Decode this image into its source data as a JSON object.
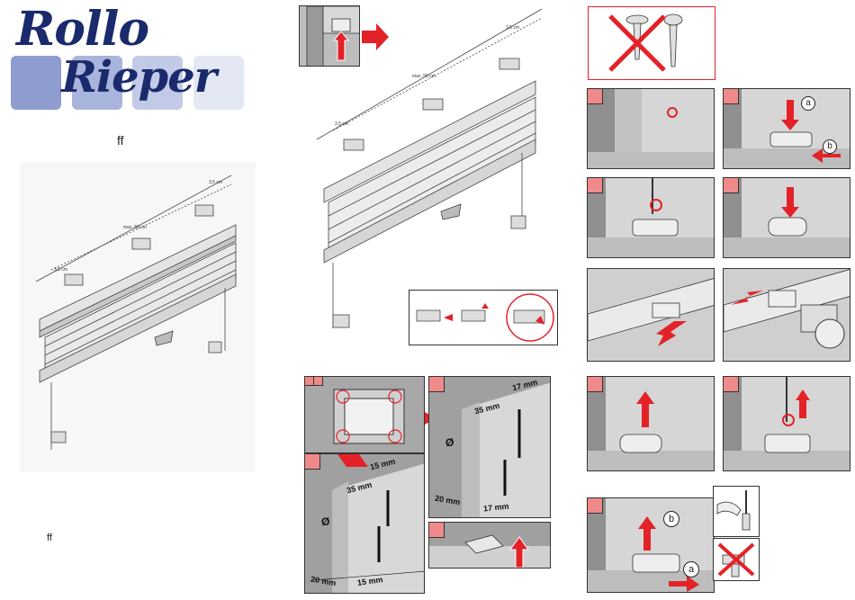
{
  "brand": {
    "line1": "Rollo",
    "line2": "Rieper",
    "colors": {
      "dark": "#1a2a6c",
      "block1": "#8e9ccf",
      "block2": "#a9b4dc",
      "block3": "#c3cae8",
      "block4": "#e4e8f5"
    }
  },
  "texts": {
    "ff_top": "ff",
    "ff_bottom": "ff"
  },
  "install_dims": {
    "left": {
      "edge_left": "3,5 cm",
      "center": "max. 50 cm",
      "edge_right": "3,5 cm"
    },
    "top": {
      "edge_left": "3,5 cm",
      "center": "max. 50 cm",
      "edge_right": "3,5 cm"
    }
  },
  "drill_dims": {
    "a": {
      "top": "15 mm",
      "left": "35 mm",
      "bottom_left": "20 mm",
      "bottom_right": "15 mm",
      "diameter": "Ø"
    },
    "b": {
      "top": "17 mm",
      "left": "35 mm",
      "bottom_left": "20 mm",
      "bottom_right": "17 mm",
      "diameter": "Ø"
    }
  },
  "callouts": {
    "a": "a",
    "b": "b"
  },
  "colors": {
    "accent": "#e32228",
    "panel": "#8f8f8f",
    "step_badge": "#f08a8a"
  }
}
